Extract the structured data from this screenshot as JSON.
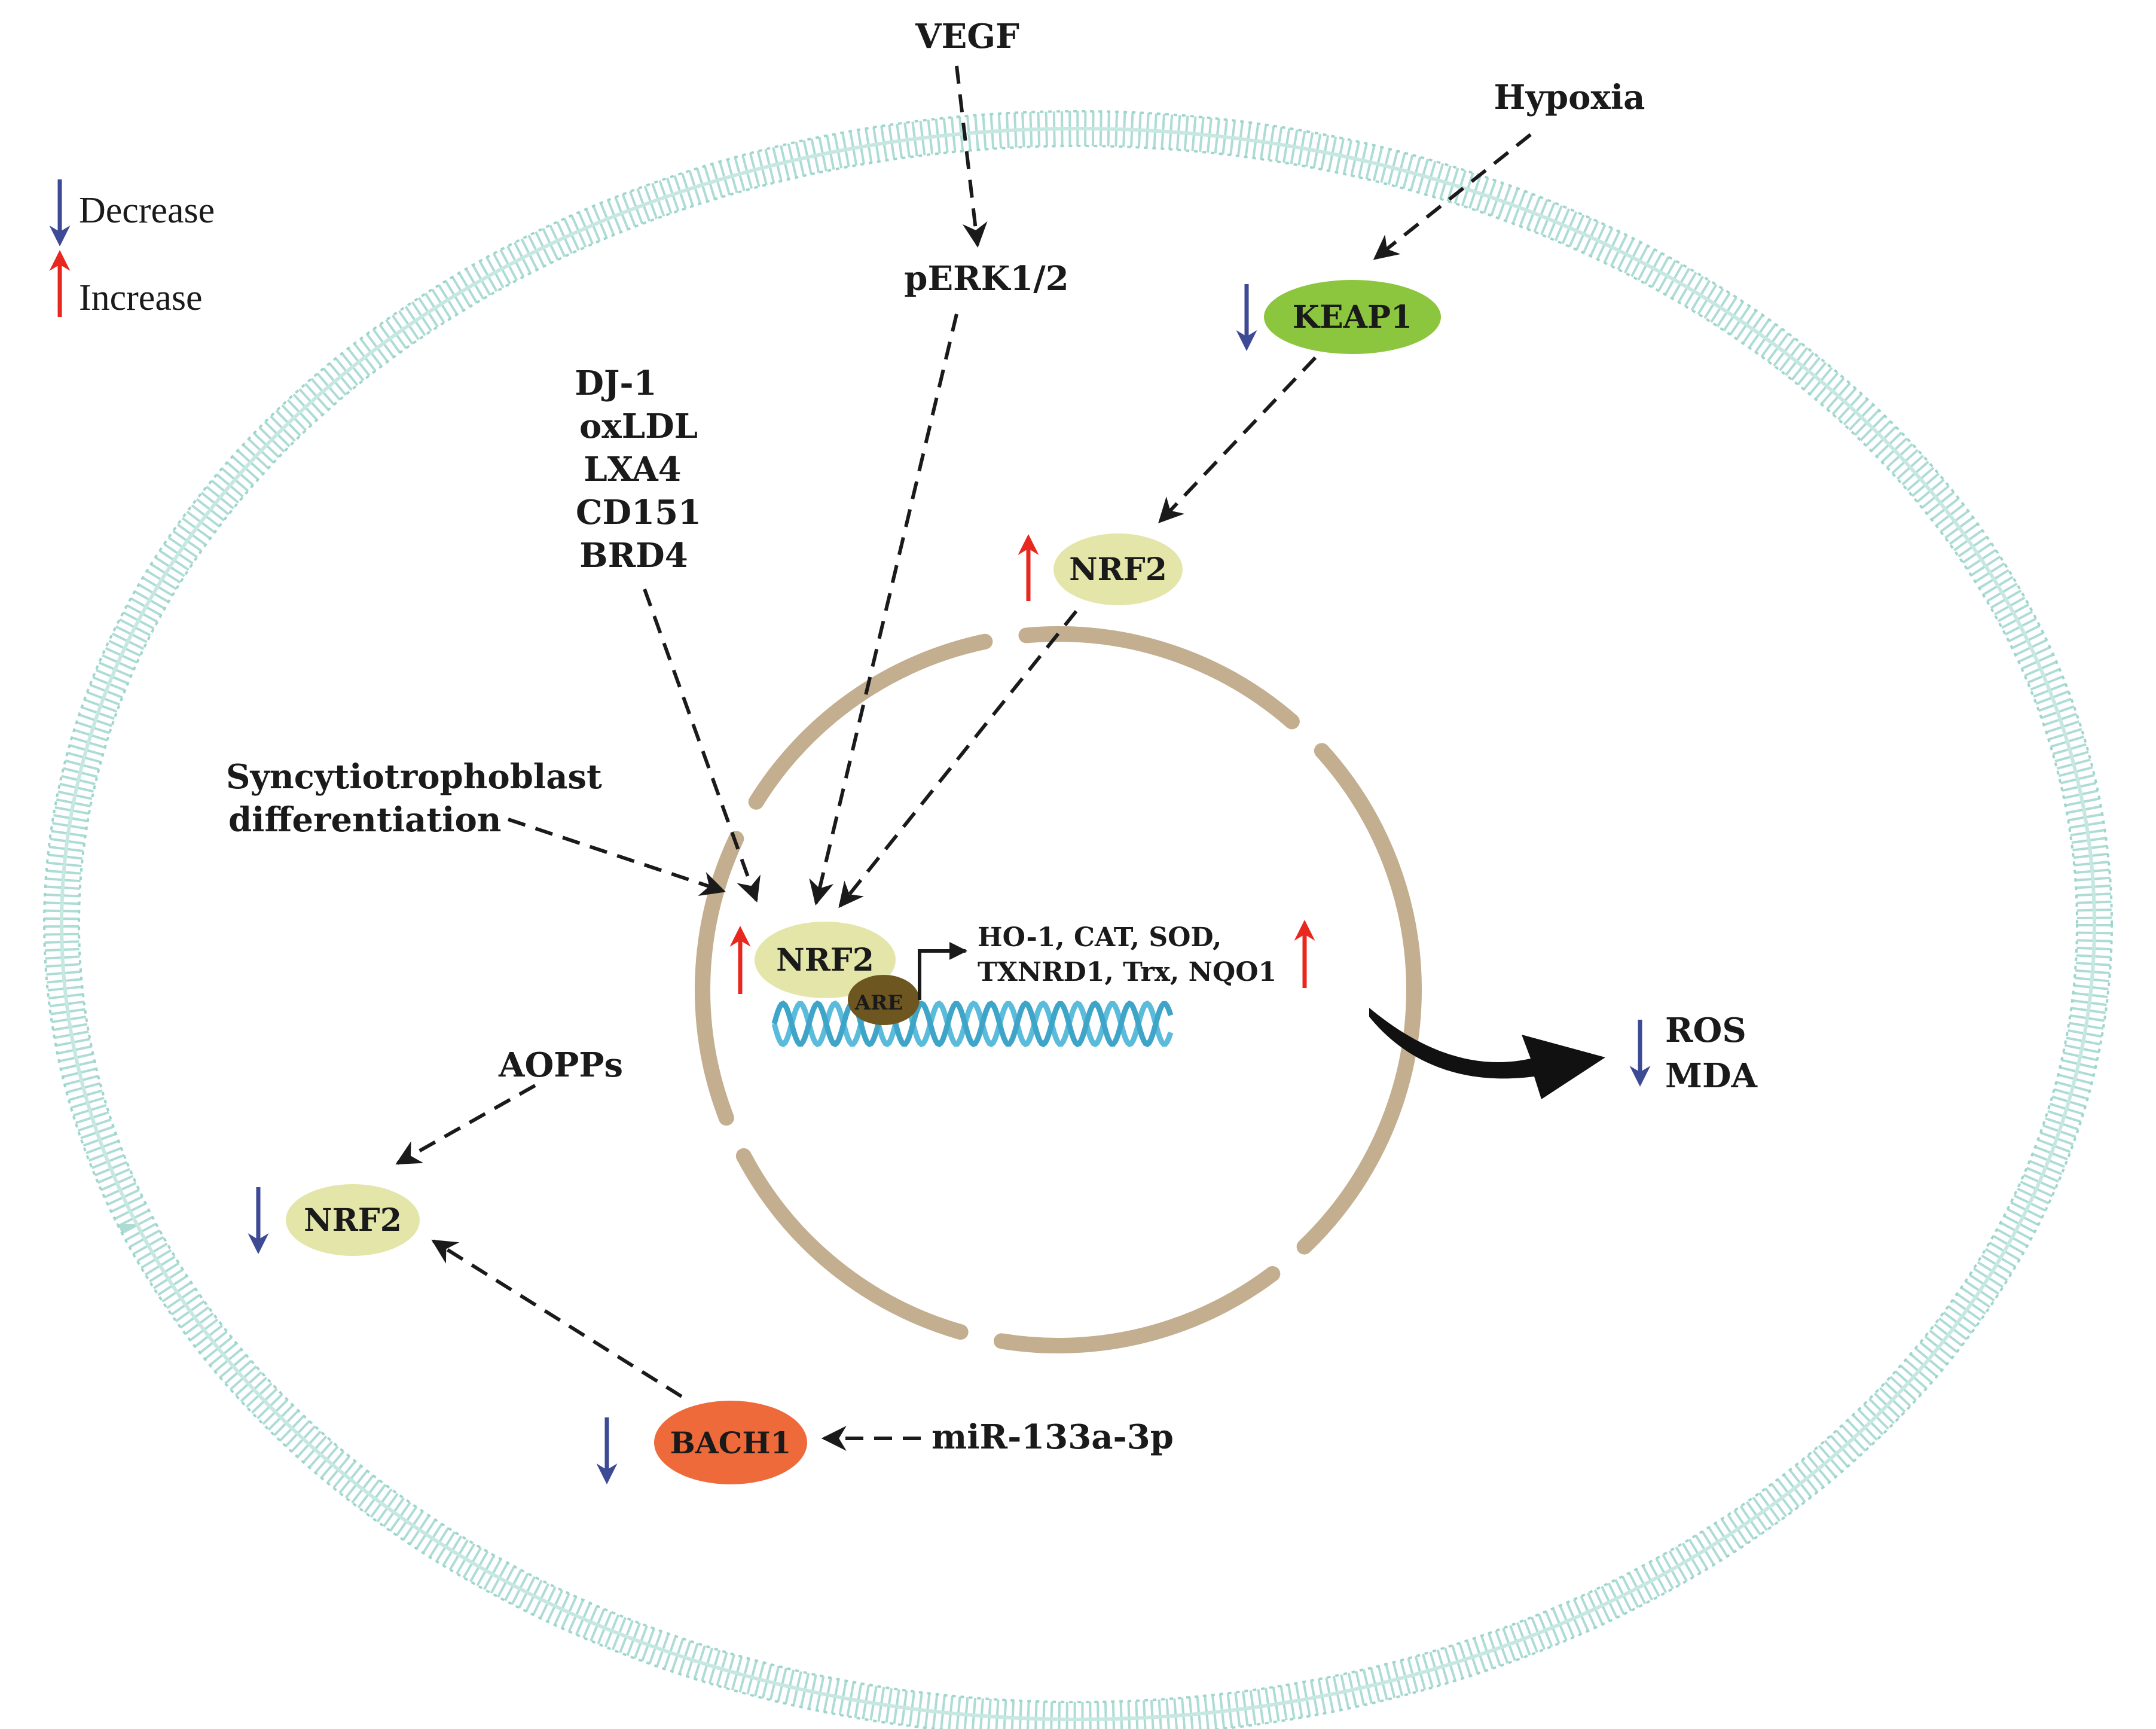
{
  "legend": {
    "decrease": "Decrease",
    "increase": "Increase"
  },
  "colors": {
    "decrease_arrow": "#3d4a94",
    "increase_arrow": "#e8281e",
    "membrane": "#9fd6cc",
    "nuclear_envelope": "#c3ae8f",
    "nrf2_fill": "#e3e6a8",
    "keap1_fill": "#8cc63e",
    "bach1_fill": "#ee6a3a",
    "are_fill": "#6d5620",
    "dna": "#5bbbdb"
  },
  "labels": {
    "vegf": "VEGF",
    "perk": "pERK1/2",
    "hypoxia": "Hypoxia",
    "keap1": "KEAP1",
    "nrf2_cyto": "NRF2",
    "activators": [
      "DJ-1",
      "oxLDL",
      "LXA4",
      "CD151",
      "BRD4"
    ],
    "syncytio_line1": "Syncytiotrophoblast",
    "syncytio_line2": "differentiation",
    "nrf2_nucleus": "NRF2",
    "are": "ARE",
    "targets_line1": "HO-1, CAT, SOD,",
    "targets_line2": "TXNRD1, Trx, NQO1",
    "ros": "ROS",
    "mda": "MDA",
    "aopps": "AOPPs",
    "nrf2_left": "NRF2",
    "bach1": "BACH1",
    "mir": "miR-133a-3p"
  },
  "icons": [
    "decrease-arrow-icon",
    "increase-arrow-icon",
    "dna-helix-icon",
    "transcription-arrow-icon"
  ]
}
